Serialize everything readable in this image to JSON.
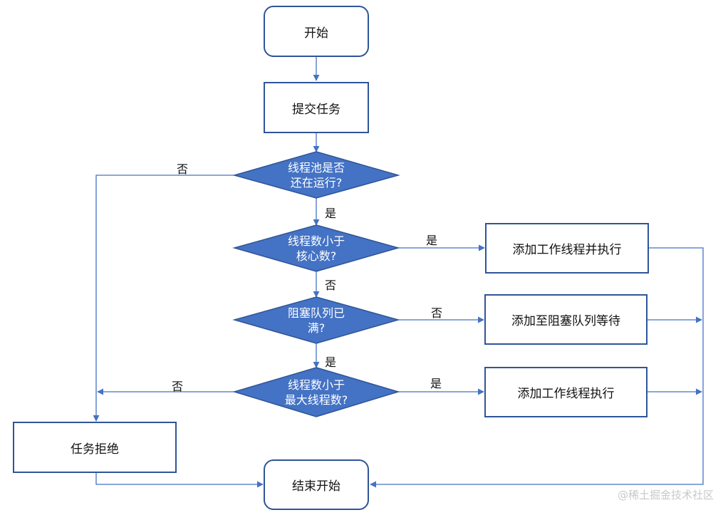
{
  "nodes": {
    "start": "开始",
    "submit": "提交任务",
    "is_running": "线程池是否\n还在运行?",
    "lt_core": "线程数小于\n核心数?",
    "queue_full": "阻塞队列已\n满?",
    "lt_max": "线程数小于\n最大线程数?",
    "add_worker_exec": "添加工作线程并执行",
    "add_to_queue": "添加至阻塞队列等待",
    "add_worker_exec_2": "添加工作线程执行",
    "reject": "任务拒绝",
    "end": "结束开始"
  },
  "edges": {
    "running_no": "否",
    "running_yes": "是",
    "core_yes": "是",
    "core_no": "否",
    "queue_no": "否",
    "queue_yes": "是",
    "max_no": "否",
    "max_yes": "是"
  },
  "watermark": "@稀土掘金技术社区",
  "colors": {
    "line": "#4472c4",
    "diamond_fill": "#4472c4",
    "diamond_stroke": "#2f5597",
    "box_stroke": "#2f5597"
  }
}
